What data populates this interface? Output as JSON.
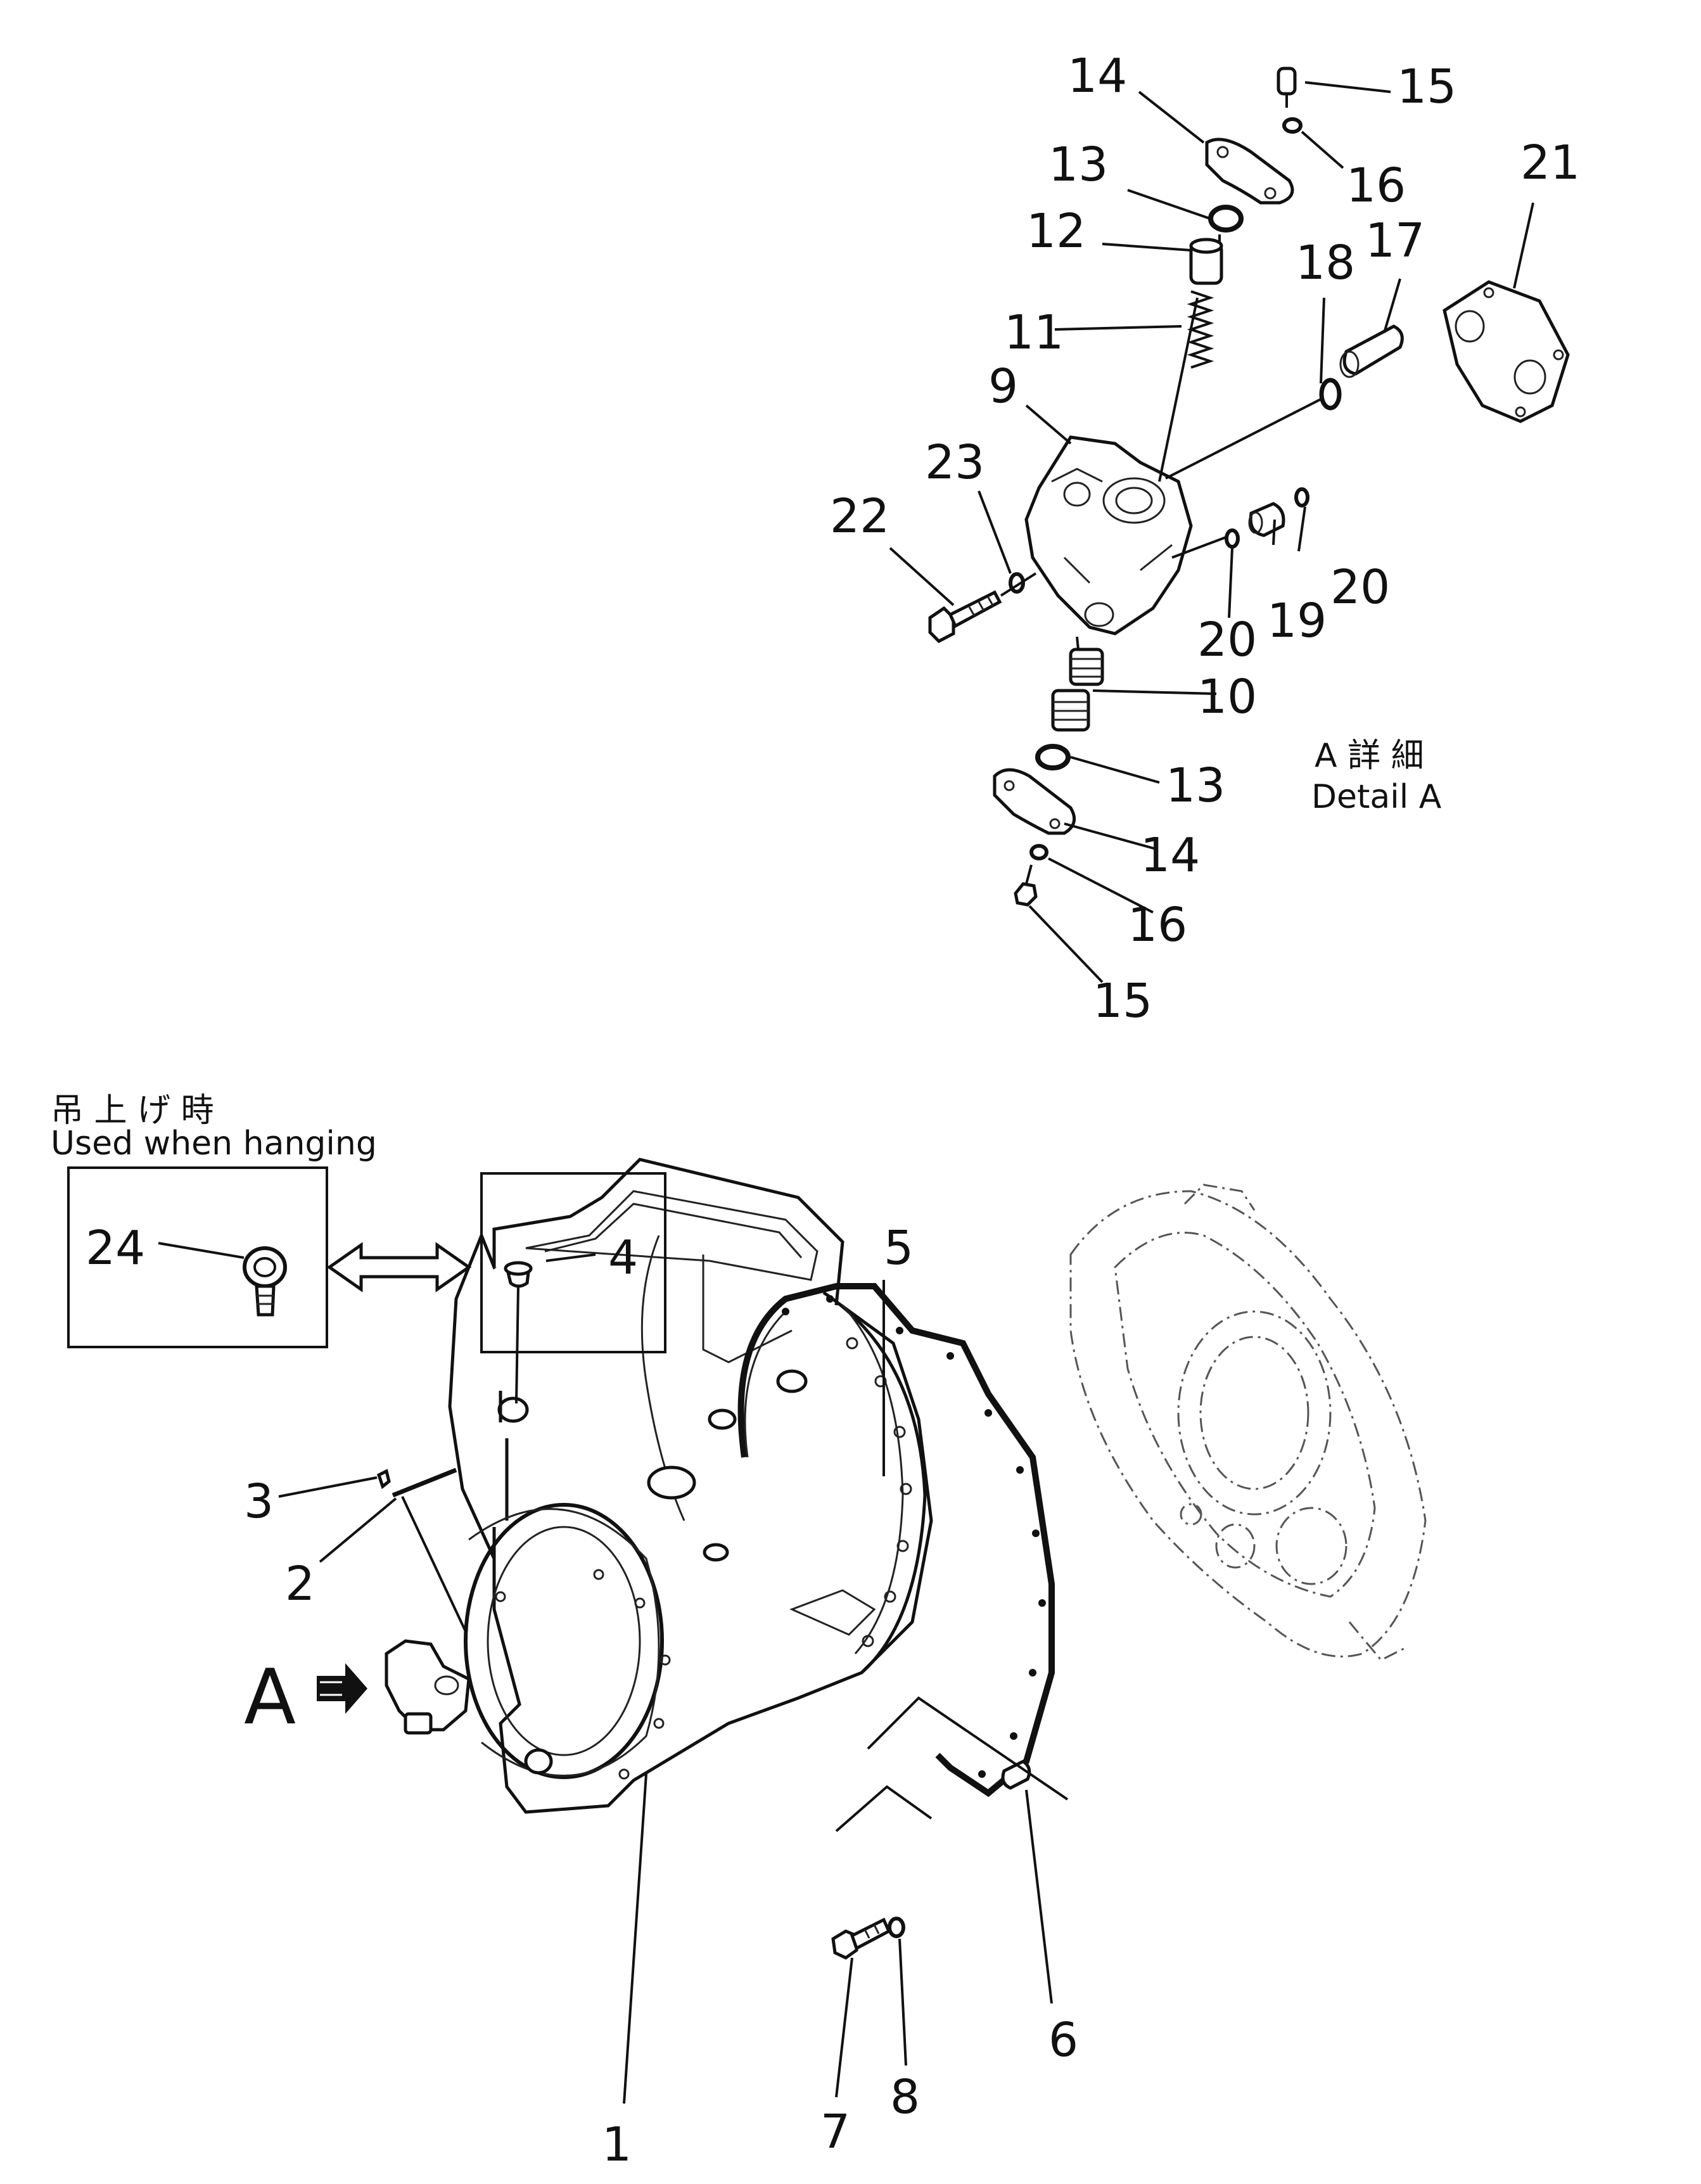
{
  "labels": {
    "p1": "1",
    "p2": "2",
    "p3": "3",
    "p4": "4",
    "p5": "5",
    "p6": "6",
    "p7": "7",
    "p8": "8",
    "p9": "9",
    "p10": "10",
    "p11": "11",
    "p12": "12",
    "p13a": "13",
    "p13b": "13",
    "p14a": "14",
    "p14b": "14",
    "p15a": "15",
    "p15b": "15",
    "p16a": "16",
    "p16b": "16",
    "p17": "17",
    "p18": "18",
    "p19": "19",
    "p20a": "20",
    "p20b": "20",
    "p21": "21",
    "p22": "22",
    "p23": "23",
    "p24": "24"
  },
  "detail": {
    "jp": "A 詳 細",
    "en": "Detail A"
  },
  "hanging": {
    "jp": "吊 上 げ 時",
    "en": "Used when hanging"
  },
  "view_marker": "A"
}
